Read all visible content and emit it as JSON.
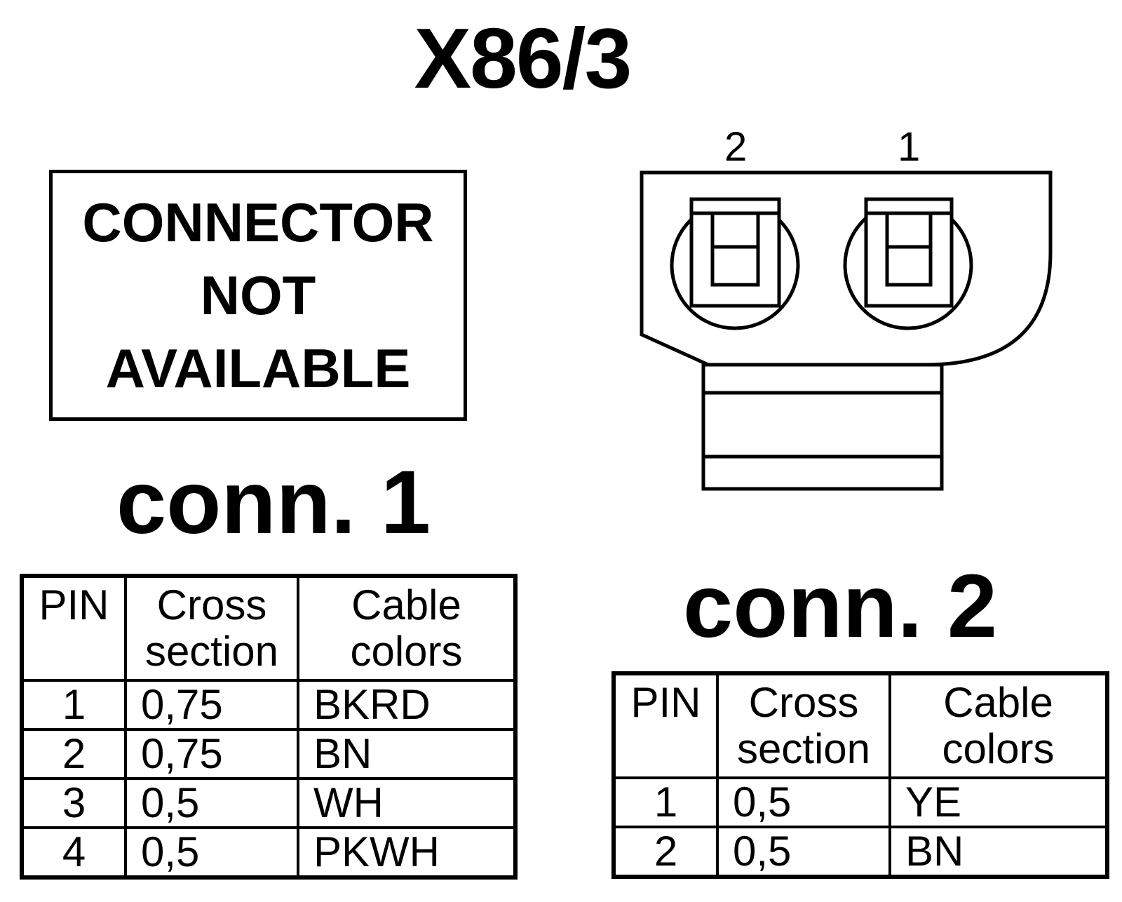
{
  "title": "X86/3",
  "placeholder_box": {
    "lines": [
      "CONNECTOR",
      "NOT",
      "AVAILABLE"
    ]
  },
  "connector_drawing": {
    "pin_labels": [
      "2",
      "1"
    ]
  },
  "conn1": {
    "label": "conn. 1",
    "headers": {
      "pin": "PIN",
      "cross_section": [
        "Cross",
        "section"
      ],
      "cable_colors": [
        "Cable",
        "colors"
      ]
    },
    "rows": [
      {
        "pin": "1",
        "cross_section": "0,75",
        "color": "BKRD"
      },
      {
        "pin": "2",
        "cross_section": "0,75",
        "color": "BN"
      },
      {
        "pin": "3",
        "cross_section": "0,5",
        "color": "WH"
      },
      {
        "pin": "4",
        "cross_section": "0,5",
        "color": "PKWH"
      }
    ]
  },
  "conn2": {
    "label": "conn. 2",
    "headers": {
      "pin": "PIN",
      "cross_section": [
        "Cross",
        "section"
      ],
      "cable_colors": [
        "Cable",
        "colors"
      ]
    },
    "rows": [
      {
        "pin": "1",
        "cross_section": "0,5",
        "color": "YE"
      },
      {
        "pin": "2",
        "cross_section": "0,5",
        "color": "BN"
      }
    ]
  }
}
